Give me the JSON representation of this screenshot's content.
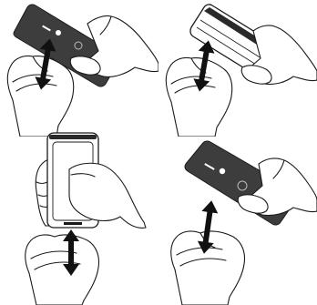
{
  "figure": {
    "panels": [
      {
        "id": "top-left",
        "phone_side": "back",
        "orientation": "tilted",
        "gesture": "up-down"
      },
      {
        "id": "top-right",
        "phone_side": "front-edge",
        "orientation": "tilted",
        "gesture": "up-down"
      },
      {
        "id": "bottom-left",
        "phone_side": "front",
        "orientation": "upright",
        "gesture": "up-down"
      },
      {
        "id": "bottom-right",
        "phone_side": "back",
        "orientation": "tilted",
        "gesture": "up-down"
      }
    ],
    "colors": {
      "phone_back": "#3d3d3d",
      "outline": "#1a1a1a",
      "arrow": "#111111",
      "background": "#ffffff"
    },
    "icons": [
      "phone-icon",
      "hand-icon",
      "double-arrow-icon"
    ]
  }
}
